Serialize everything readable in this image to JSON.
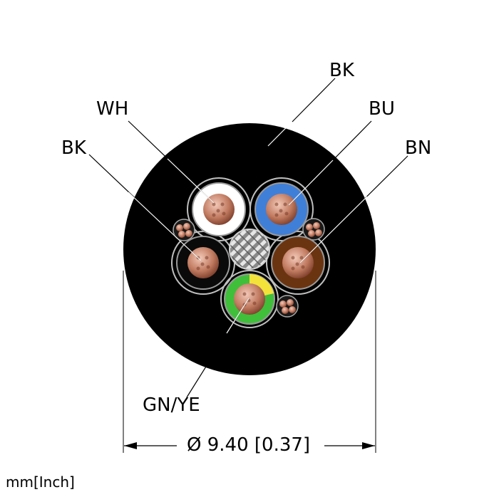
{
  "labels": {
    "outer_jacket": "BK",
    "white_core": "WH",
    "black_core": "BK",
    "blue_core": "BU",
    "brown_core": "BN",
    "ground_core": "GN/YE"
  },
  "dimension": {
    "diameter_text": "Ø 9.40 [0.37]"
  },
  "units_note": "mm[Inch]",
  "colors": {
    "jacket": "#000000",
    "white": "#ffffff",
    "blue": "#3f7fd8",
    "brown": "#6b3410",
    "black": "#0a0a0a",
    "green": "#3fbf3a",
    "yellow": "#f2e23a",
    "copper": "#c9826b",
    "shield": "#bdbdbd"
  },
  "icons": [
    "cable-cross-section",
    "copper-strand-bundle",
    "braided-shield"
  ]
}
